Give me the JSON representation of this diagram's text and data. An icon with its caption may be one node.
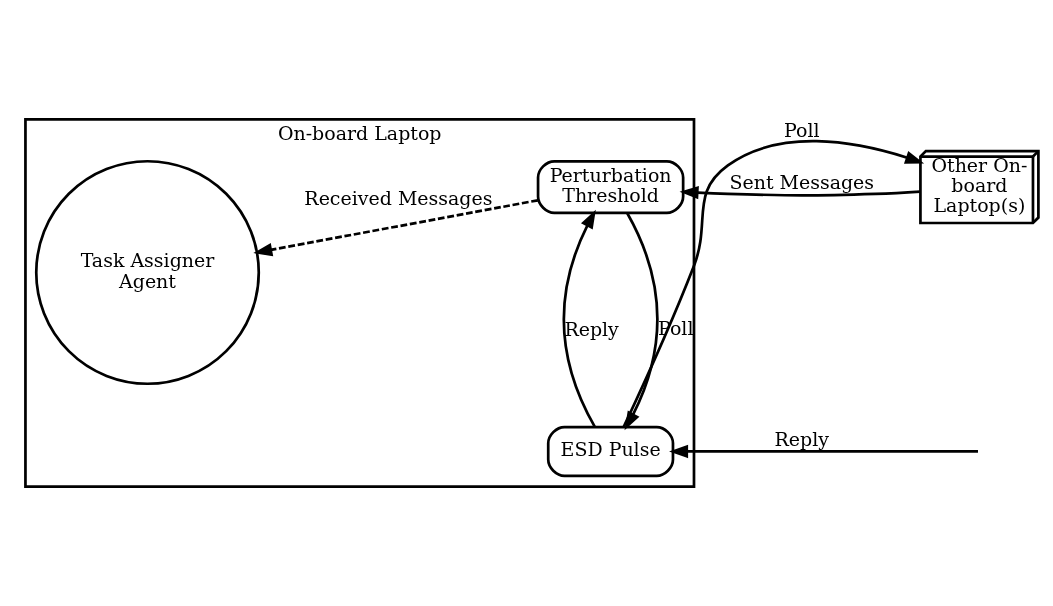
{
  "diagram": {
    "nodes": [
      {
        "text": [
          "On-board Laptop"
        ]
      },
      {
        "text": [
          "Task Assigner Agent"
        ],
        "in": 0
      },
      {
        "text": [
          "Perturbation Threshold"
        ],
        "in": 0
      },
      {
        "text": [
          "ESD Pulse"
        ],
        "in": 0
      },
      {
        "text": [
          "Other On-board Laptop(s)"
        ]
      }
    ],
    "edges": [
      {
        "from": 4,
        "to": 2,
        "arrow": "to",
        "label": "Sent Messages"
      },
      {
        "from": 2,
        "to": 1,
        "arrow": "to",
        "label": "Received Messages",
        "style": "dashed"
      },
      {
        "from": 3,
        "to": 2,
        "arrow": "to",
        "label": "Reply"
      },
      {
        "from": 2,
        "to": 3,
        "arrow": "to",
        "label": "Poll"
      },
      {
        "from": 3,
        "to": 4,
        "arrow": "to",
        "label": "Poll"
      },
      {
        "from": null,
        "to": 3,
        "arrow": "to",
        "label": "Reply"
      }
    ]
  }
}
